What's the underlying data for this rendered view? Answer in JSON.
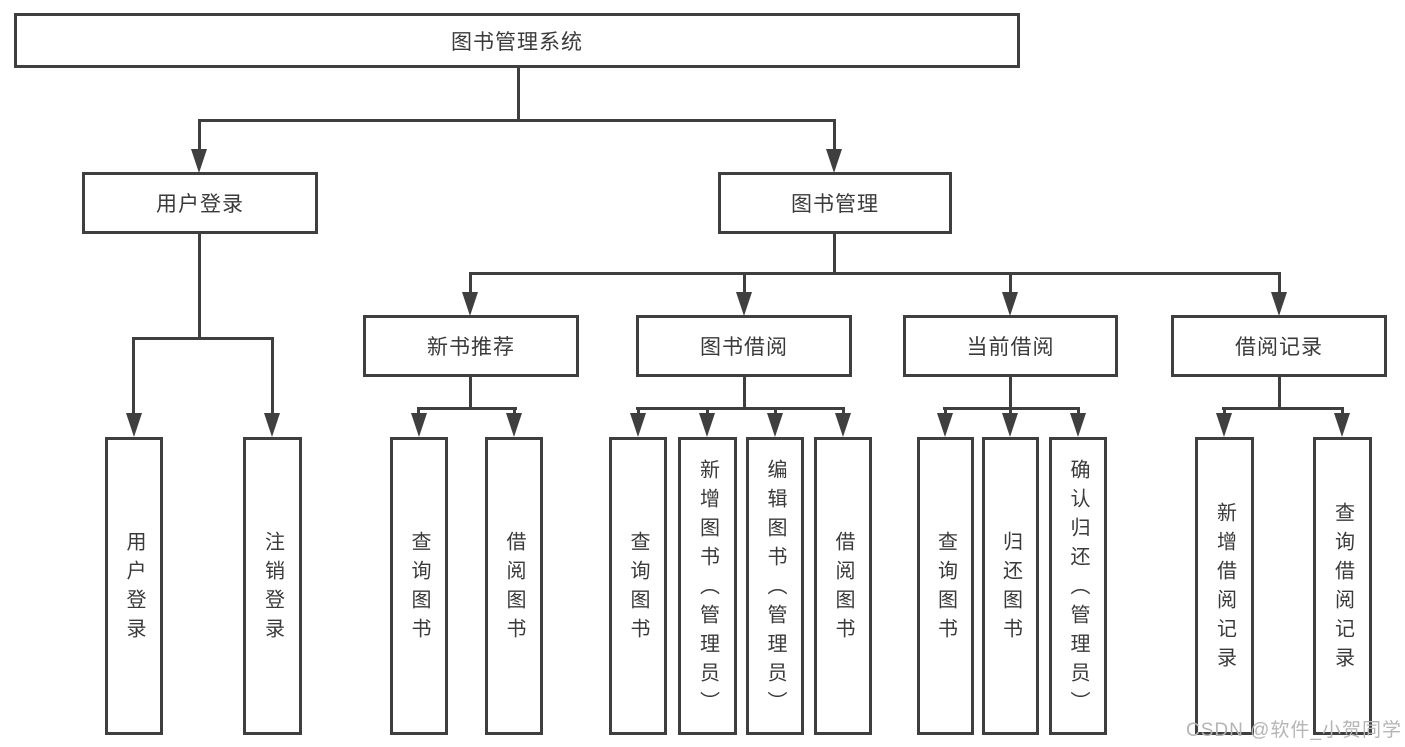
{
  "diagram": {
    "title": "图书管理系统",
    "branches": [
      {
        "label": "用户登录",
        "children": [
          "用户登录",
          "注销登录"
        ]
      },
      {
        "label": "图书管理",
        "children": [
          {
            "label": "新书推荐",
            "children": [
              "查询图书",
              "借阅图书"
            ]
          },
          {
            "label": "图书借阅",
            "children": [
              "查询图书",
              "新增图书（管理员）",
              "编辑图书（管理员）",
              "借阅图书"
            ]
          },
          {
            "label": "当前借阅",
            "children": [
              "查询图书",
              "归还图书",
              "确认归还（管理员）"
            ]
          },
          {
            "label": "借阅记录",
            "children": [
              "新增借阅记录",
              "查询借阅记录"
            ]
          }
        ]
      }
    ]
  },
  "watermark": "CSDN @软件_小贺同学",
  "colors": {
    "line": "#3f3f3f",
    "text": "#3a3a3a",
    "watermark": "#b5b5b5",
    "background": "#ffffff"
  }
}
